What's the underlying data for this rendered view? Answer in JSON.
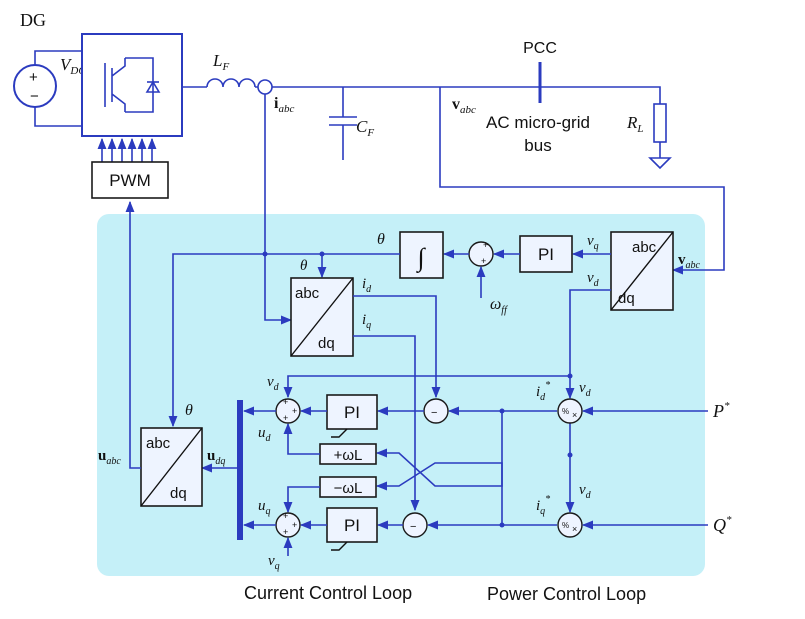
{
  "labels": {
    "dg": "DG",
    "vdc_main": "V",
    "vdc_sub": "DC",
    "lf_main": "L",
    "lf_sub": "F",
    "cf_main": "C",
    "cf_sub": "F",
    "pcc": "PCC",
    "iabc_main": "i",
    "iabc_sub": "abc",
    "vabc_main": "v",
    "vabc_sub": "abc",
    "bus_line1": "AC micro-grid",
    "bus_line2": "bus",
    "rl_main": "R",
    "rl_sub": "L",
    "pwm": "PWM",
    "abc": "abc",
    "dq": "dq",
    "pi": "PI",
    "integral": "∫",
    "theta": "θ",
    "omega": "ω",
    "omega_sub": "ff",
    "id": "i",
    "d": "d",
    "iq": "i",
    "q": "q",
    "vd": "v",
    "vq": "v",
    "ud": "u",
    "uq": "u",
    "udq_main": "u",
    "udq_sub": "dq",
    "uabc_main": "u",
    "uabc_sub": "abc",
    "plus_omega_l": "+ωL",
    "minus_omega_l": "−ωL",
    "p_ref": "P",
    "q_ref": "Q",
    "star": "*",
    "plus": "+",
    "minus": "−",
    "percent": "%",
    "times": "×",
    "current_loop": "Current Control Loop",
    "power_loop": "Power Control Loop"
  },
  "colors": {
    "wire": "#2b3bbf",
    "control_area": "#c5f0f8",
    "block_fill": "#eef4ff"
  }
}
